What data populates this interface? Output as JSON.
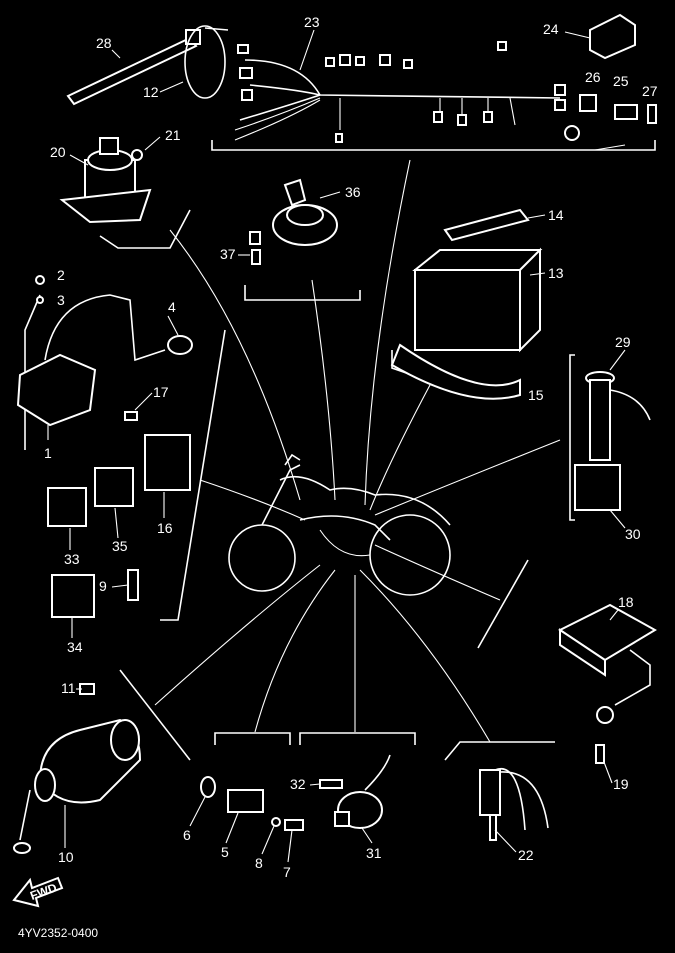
{
  "diagram": {
    "code": "4YV2352-0400",
    "arrow_text": "FWD",
    "callouts": [
      "1",
      "2",
      "3",
      "4",
      "5",
      "6",
      "7",
      "8",
      "9",
      "10",
      "11",
      "12",
      "13",
      "14",
      "15",
      "16",
      "17",
      "18",
      "19",
      "20",
      "21",
      "22",
      "23",
      "24",
      "25",
      "26",
      "27",
      "28",
      "29",
      "30",
      "31",
      "32",
      "33",
      "34",
      "35",
      "36",
      "37"
    ]
  },
  "colors": {
    "background": "#000000",
    "ink": "#ffffff"
  }
}
